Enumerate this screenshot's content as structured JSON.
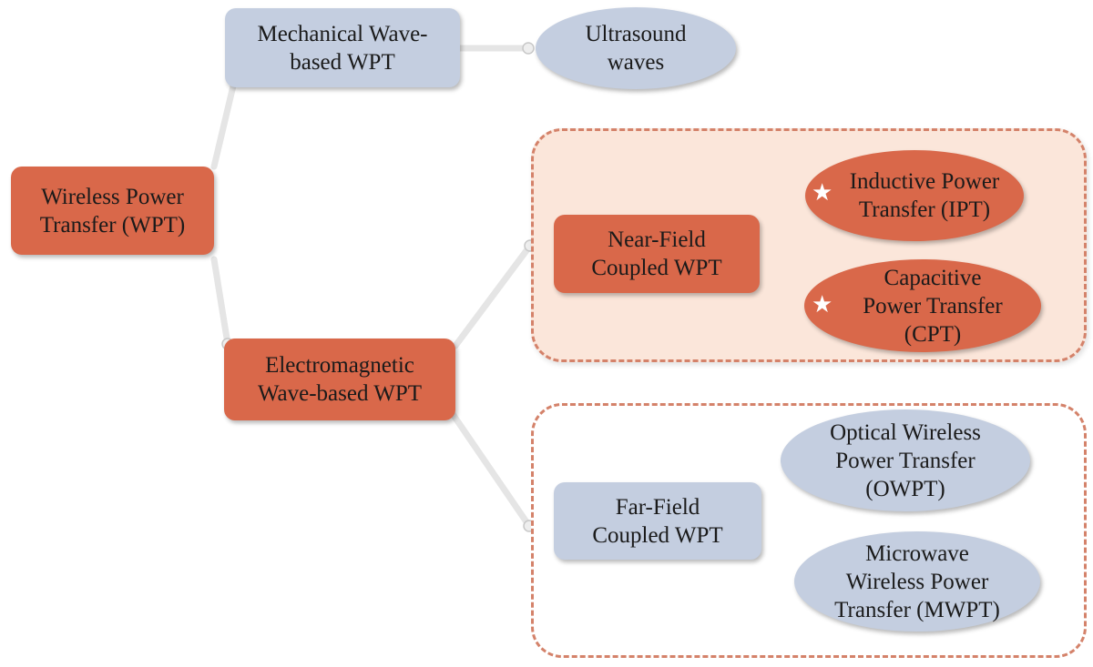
{
  "colors": {
    "orange": "#d9684a",
    "blue": "#c4cee0",
    "dashed_border": "#d4826a",
    "near_field_fill": "#fbe6da",
    "connector": "#e5e5e5"
  },
  "nodes": {
    "wpt": "Wireless Power\nTransfer (WPT)",
    "mechanical": "Mechanical Wave-\nbased WPT",
    "ultrasound": "Ultrasound\nwaves",
    "electromagnetic": "Electromagnetic\nWave-based WPT",
    "near_field": "Near-Field\nCoupled WPT",
    "far_field": "Far-Field\nCoupled WPT",
    "ipt": "Inductive Power\nTransfer (IPT)",
    "cpt": "Capacitive\nPower Transfer\n(CPT)",
    "owpt": "Optical Wireless\nPower Transfer\n(OWPT)",
    "mwpt": "Microwave\nWireless Power\nTransfer (MWPT)"
  },
  "highlight_icon": "star-icon",
  "highlighted": [
    "ipt",
    "cpt"
  ]
}
